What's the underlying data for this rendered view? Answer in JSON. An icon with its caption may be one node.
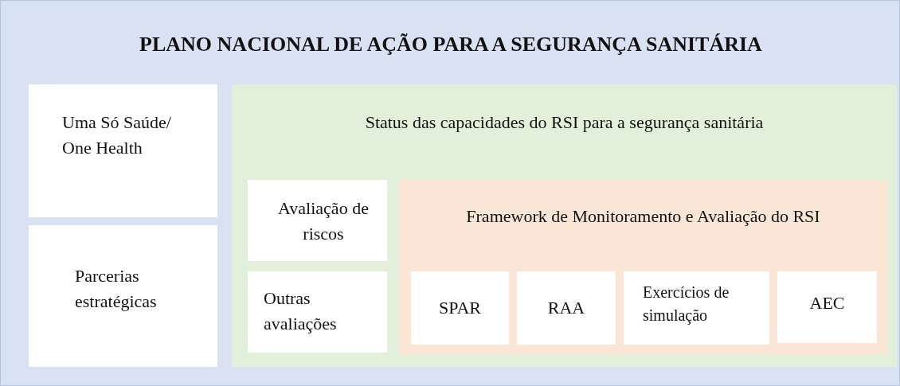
{
  "diagram": {
    "nodes": [
      {
        "text": [
          "PLANO NACIONAL DE AÇÃO PARA A SEGURANÇA SANITÁRIA"
        ]
      },
      {
        "text": [
          "Uma Só Saúde/ One Health"
        ],
        "in": 0
      },
      {
        "text": [
          "Parcerias estratégicas"
        ],
        "in": 0
      },
      {
        "text": [
          "Status das capacidades do RSI para a segurança sanitária"
        ],
        "in": 0
      },
      {
        "text": [
          "Avaliação de riscos"
        ],
        "in": 3
      },
      {
        "text": [
          "Outras avaliações"
        ],
        "in": 3
      },
      {
        "text": [
          "Framework de Monitoramento e Avaliação do RSI"
        ],
        "in": 3
      },
      {
        "text": [
          "SPAR"
        ],
        "in": 6
      },
      {
        "text": [
          "RAA"
        ],
        "in": 6
      },
      {
        "text": [
          "Exercícios de simulação"
        ],
        "in": 6
      },
      {
        "text": [
          "AEC"
        ],
        "in": 6
      }
    ]
  }
}
